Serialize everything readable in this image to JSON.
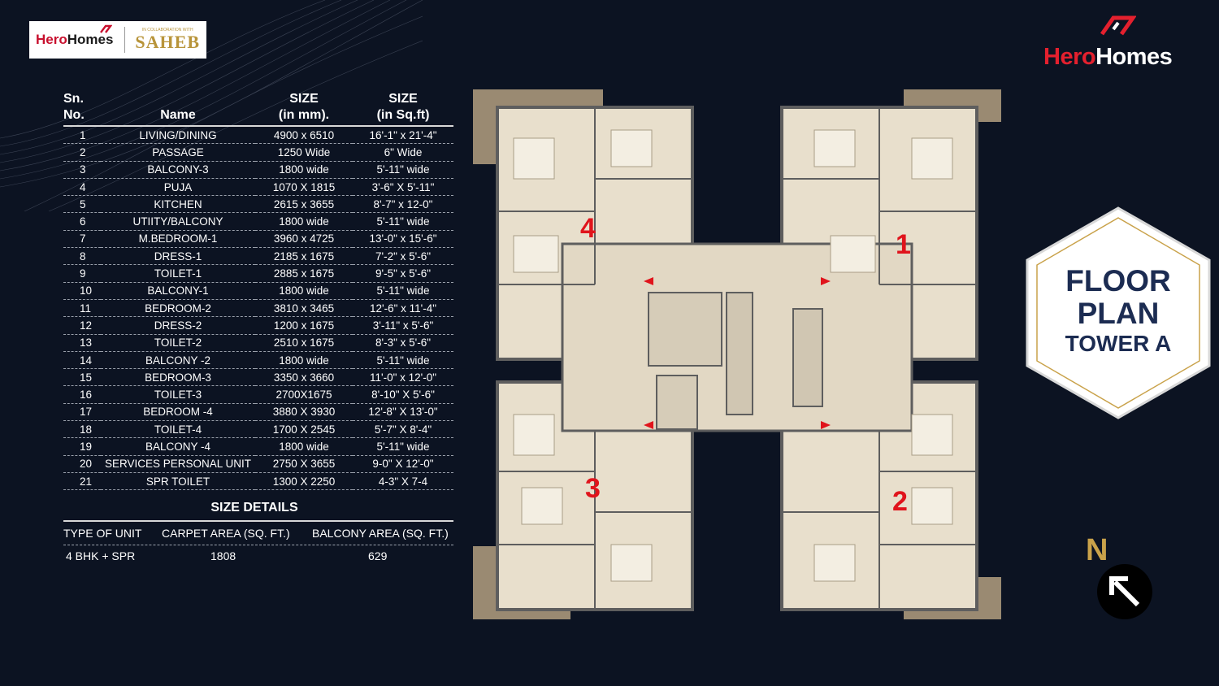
{
  "header": {
    "logo_left": {
      "brand_hero": "Hero",
      "brand_homes": "Homes",
      "collab_text": "IN COLLABORATION WITH",
      "partner": "SAHEB"
    },
    "logo_right": {
      "brand_hero": "Hero",
      "brand_homes": "Homes"
    }
  },
  "room_table": {
    "headers": {
      "sn_line1": "Sn.",
      "sn_line2": "No.",
      "name": "Name",
      "size_mm_line1": "SIZE",
      "size_mm_line2": "(in mm).",
      "size_sqft_line1": "SIZE",
      "size_sqft_line2": "(in Sq.ft)"
    },
    "rows": [
      {
        "sn": "1",
        "name": "LIVING/DINING",
        "mm": "4900 x 6510",
        "sqft": "16'-1\" x 21'-4\""
      },
      {
        "sn": "2",
        "name": "PASSAGE",
        "mm": "1250 Wide",
        "sqft": "6\" Wide"
      },
      {
        "sn": "3",
        "name": "BALCONY-3",
        "mm": "1800 wide",
        "sqft": "5'-11\" wide"
      },
      {
        "sn": "4",
        "name": "PUJA",
        "mm": "1070 X 1815",
        "sqft": "3'-6\" X 5'-11\""
      },
      {
        "sn": "5",
        "name": "KITCHEN",
        "mm": "2615 x 3655",
        "sqft": "8'-7\" x 12-0\""
      },
      {
        "sn": "6",
        "name": "UTIITY/BALCONY",
        "mm": "1800 wide",
        "sqft": "5'-11\" wide"
      },
      {
        "sn": "7",
        "name": "M.BEDROOM-1",
        "mm": "3960 x 4725",
        "sqft": "13'-0\" x 15'-6\""
      },
      {
        "sn": "8",
        "name": "DRESS-1",
        "mm": "2185 x 1675",
        "sqft": "7'-2\" x 5'-6\""
      },
      {
        "sn": "9",
        "name": "TOILET-1",
        "mm": "2885 x 1675",
        "sqft": "9'-5\" x 5'-6\""
      },
      {
        "sn": "10",
        "name": "BALCONY-1",
        "mm": "1800 wide",
        "sqft": "5'-11\" wide"
      },
      {
        "sn": "11",
        "name": "BEDROOM-2",
        "mm": "3810 x 3465",
        "sqft": "12'-6\" x 11'-4\""
      },
      {
        "sn": "12",
        "name": "DRESS-2",
        "mm": "1200 x 1675",
        "sqft": "3'-11\" x 5'-6\""
      },
      {
        "sn": "13",
        "name": "TOILET-2",
        "mm": "2510 x 1675",
        "sqft": "8'-3\" x 5'-6\""
      },
      {
        "sn": "14",
        "name": "BALCONY -2",
        "mm": "1800 wide",
        "sqft": "5'-11\" wide"
      },
      {
        "sn": "15",
        "name": "BEDROOM-3",
        "mm": "3350 x 3660",
        "sqft": "11'-0\" x 12'-0\""
      },
      {
        "sn": "16",
        "name": "TOILET-3",
        "mm": "2700X1675",
        "sqft": "8'-10\" X 5'-6\""
      },
      {
        "sn": "17",
        "name": "BEDROOM -4",
        "mm": "3880 X 3930",
        "sqft": "12'-8\" X 13'-0\""
      },
      {
        "sn": "18",
        "name": "TOILET-4",
        "mm": "1700 X 2545",
        "sqft": "5'-7\" X 8'-4\""
      },
      {
        "sn": "19",
        "name": "BALCONY -4",
        "mm": "1800 wide",
        "sqft": "5'-11\" wide"
      },
      {
        "sn": "20",
        "name": "SERVICES PERSONAL UNIT",
        "mm": "2750 X 3655",
        "sqft": "9-0\" X 12'-0\""
      },
      {
        "sn": "21",
        "name": "SPR TOILET",
        "mm": "1300 X 2250",
        "sqft": "4-3\" X 7-4"
      }
    ]
  },
  "size_details": {
    "title": "SIZE DETAILS",
    "headers": {
      "type": "TYPE OF UNIT",
      "carpet": "CARPET AREA (SQ. FT.)",
      "balcony": "BALCONY AREA (SQ. FT.)"
    },
    "row": {
      "type": "4 BHK + SPR",
      "carpet": "1808",
      "balcony": "629"
    }
  },
  "floor_plan": {
    "unit_numbers": [
      "1",
      "2",
      "3",
      "4"
    ],
    "colors": {
      "floor": "#e8dfcc",
      "wall": "#5e5e5e",
      "deck": "#9a8a72",
      "unit_number": "#e0141c"
    }
  },
  "badge": {
    "line1": "FLOOR",
    "line2": "PLAN",
    "line3": "TOWER A"
  },
  "compass": {
    "label": "N"
  }
}
